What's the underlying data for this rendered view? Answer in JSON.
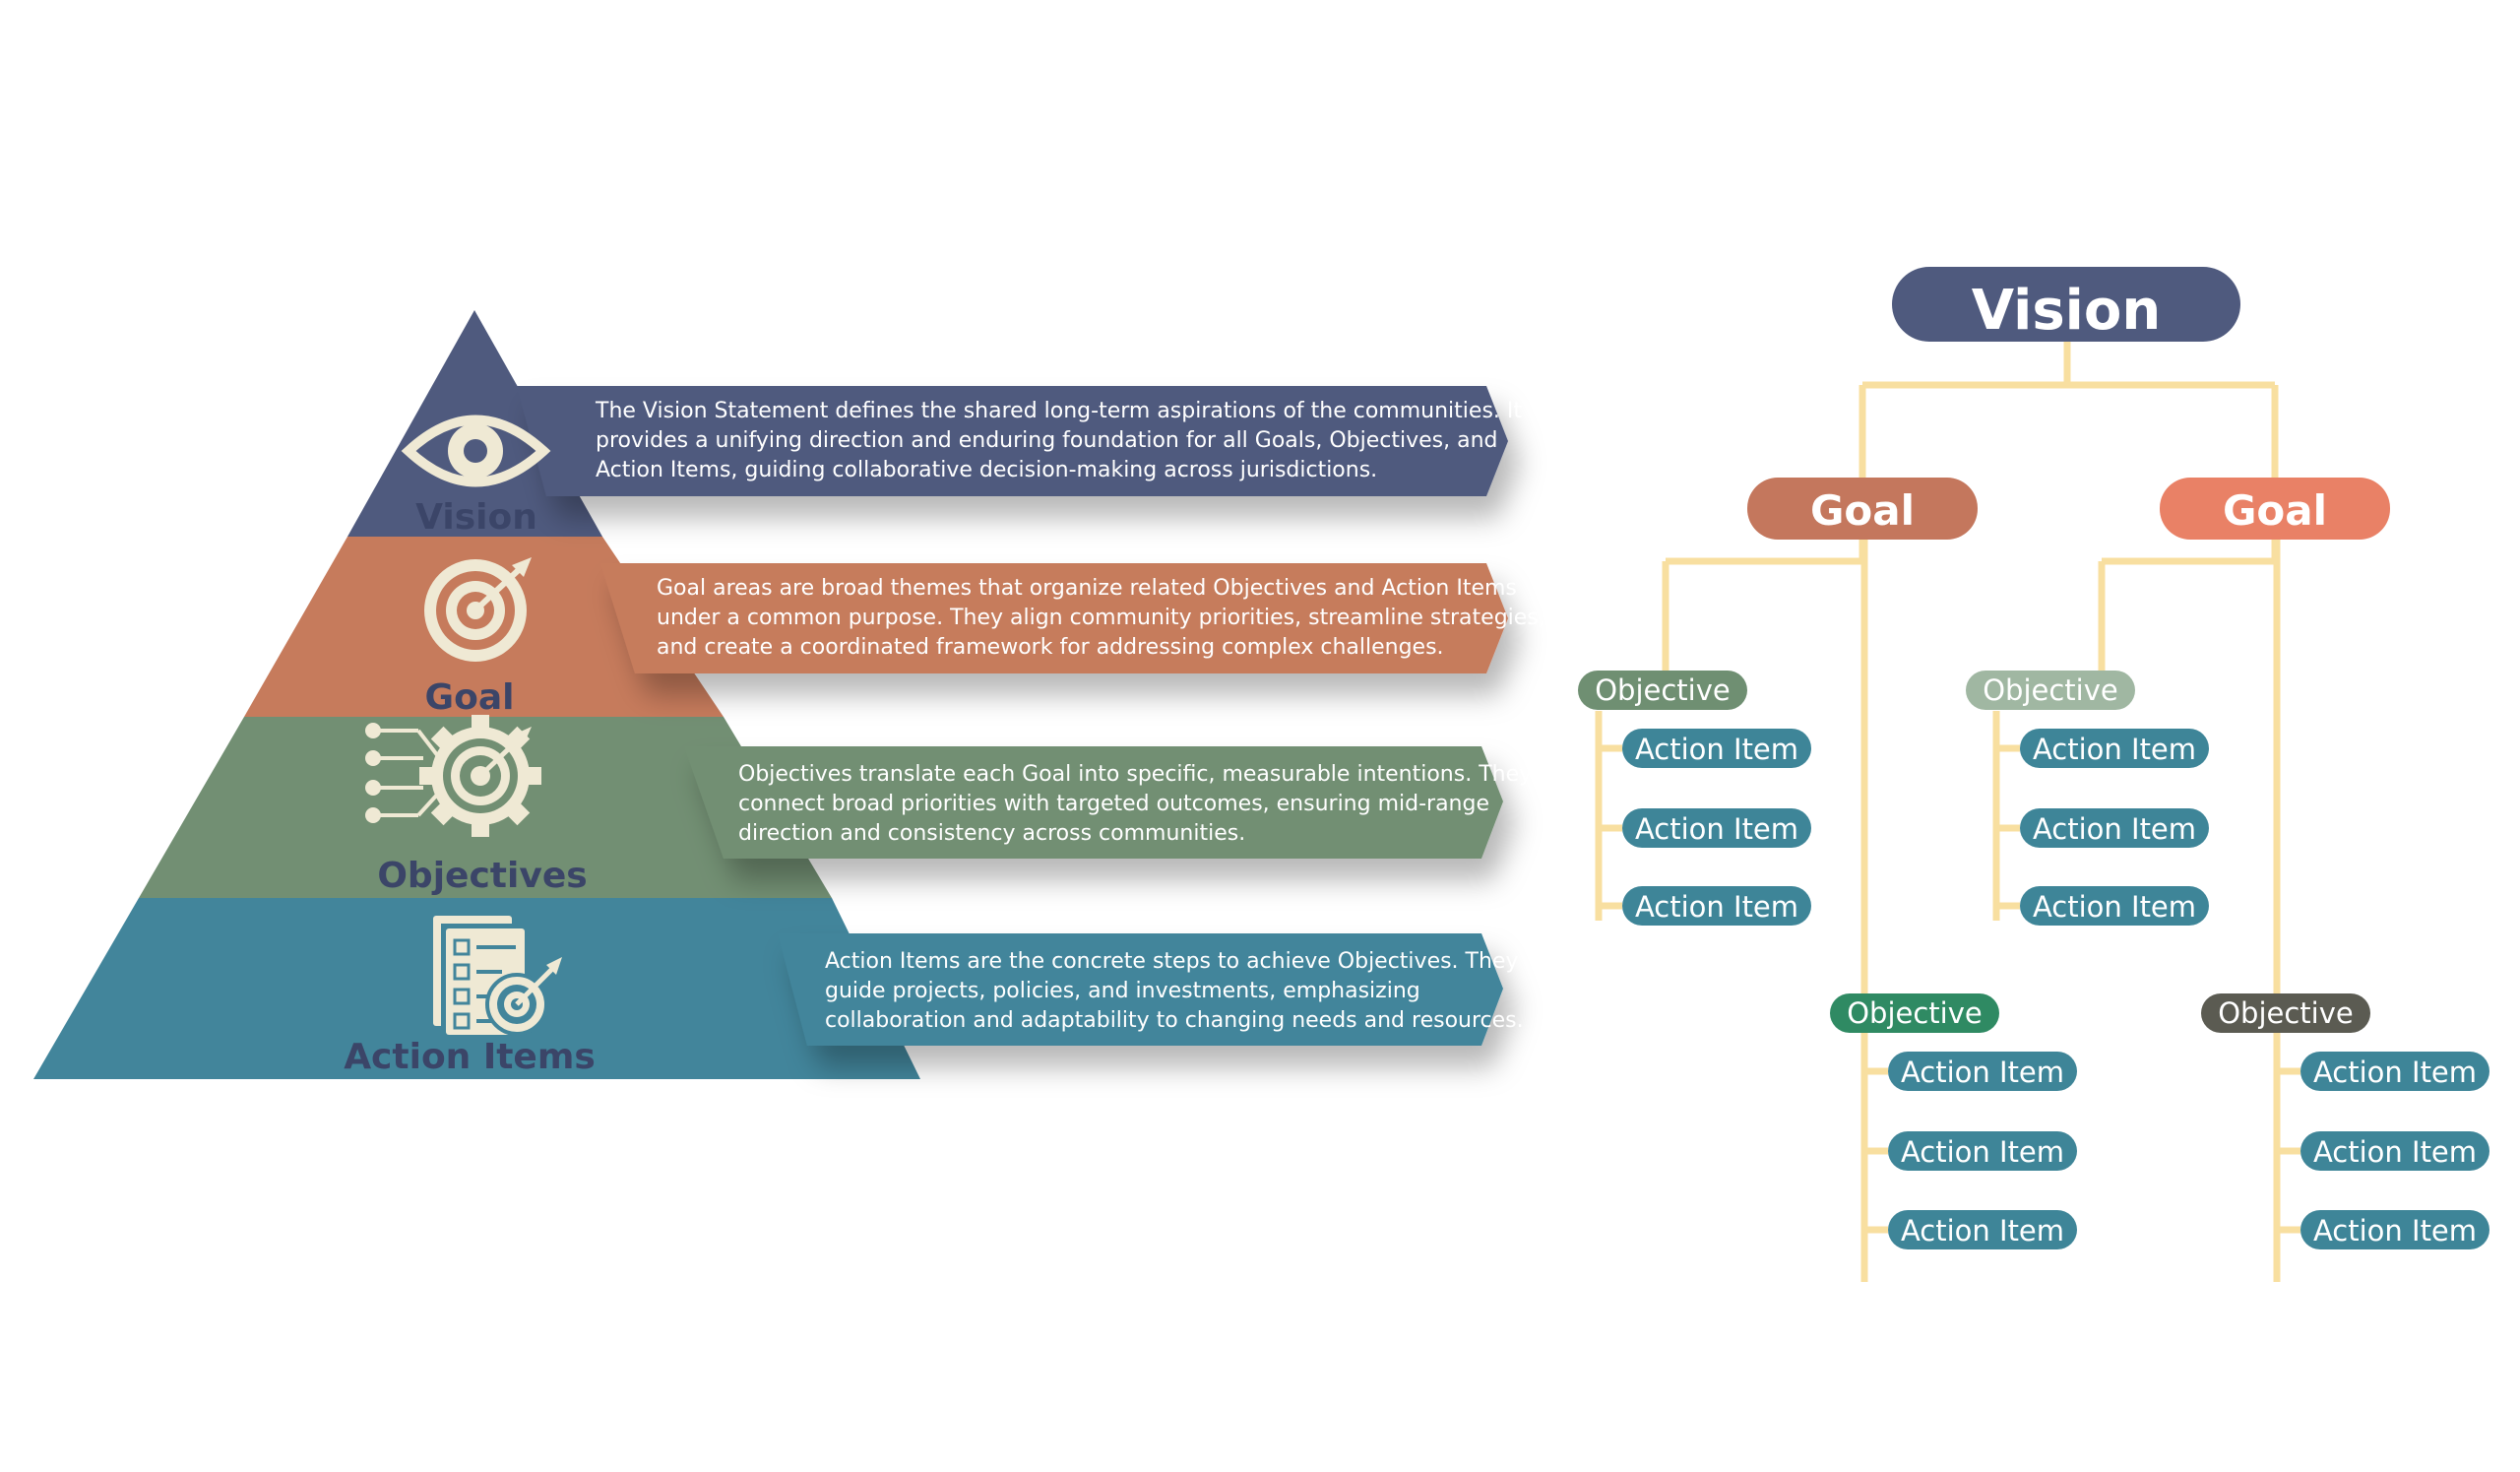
{
  "pyramid": {
    "levels": [
      {
        "id": "vision",
        "label": "Vision",
        "color": "#4f5a7e",
        "labelColor": "#3b4568",
        "description": [
          "The Vision Statement defines the shared long-term aspirations of the communities. It",
          "provides a unifying direction and enduring foundation for all Goals, Objectives, and",
          "Action Items, guiding collaborative decision-making across jurisdictions."
        ]
      },
      {
        "id": "goal",
        "label": "Goal",
        "color": "#c67b5c",
        "labelColor": "#3b4568",
        "description": [
          "Goal areas are broad themes that organize related Objectives and Action Items",
          "under a common purpose. They align community priorities, streamline strategies,",
          "and create a coordinated framework for addressing complex challenges."
        ]
      },
      {
        "id": "objectives",
        "label": "Objectives",
        "color": "#728f73",
        "labelColor": "#3b4568",
        "description": [
          "Objectives translate each Goal into specific, measurable intentions. They",
          "connect broad priorities with targeted outcomes, ensuring mid-range",
          "direction and consistency across communities."
        ]
      },
      {
        "id": "action-items",
        "label": "Action Items",
        "color": "#42859b",
        "labelColor": "#3b4568",
        "description": [
          "Action Items are the concrete steps to achieve Objectives. They",
          "guide projects, policies, and investments, emphasizing",
          "collaboration and adaptability to changing needs and resources."
        ]
      }
    ],
    "iconColor": "#efe9d4"
  },
  "tree": {
    "lineColor": "#f8dfa0",
    "vision": {
      "label": "Vision",
      "color": "#4f5a7e"
    },
    "goals": [
      {
        "label": "Goal",
        "color": "#c4775d"
      },
      {
        "label": "Goal",
        "color": "#e98166"
      }
    ],
    "objectives": [
      {
        "label": "Objective",
        "color": "#6f8f72"
      },
      {
        "label": "Objective",
        "color": "#a0b7a2"
      },
      {
        "label": "Objective",
        "color": "#2f8a63"
      },
      {
        "label": "Objective",
        "color": "#5b5b52"
      }
    ],
    "actionItem": {
      "label": "Action Item",
      "color": "#3e8598"
    }
  }
}
